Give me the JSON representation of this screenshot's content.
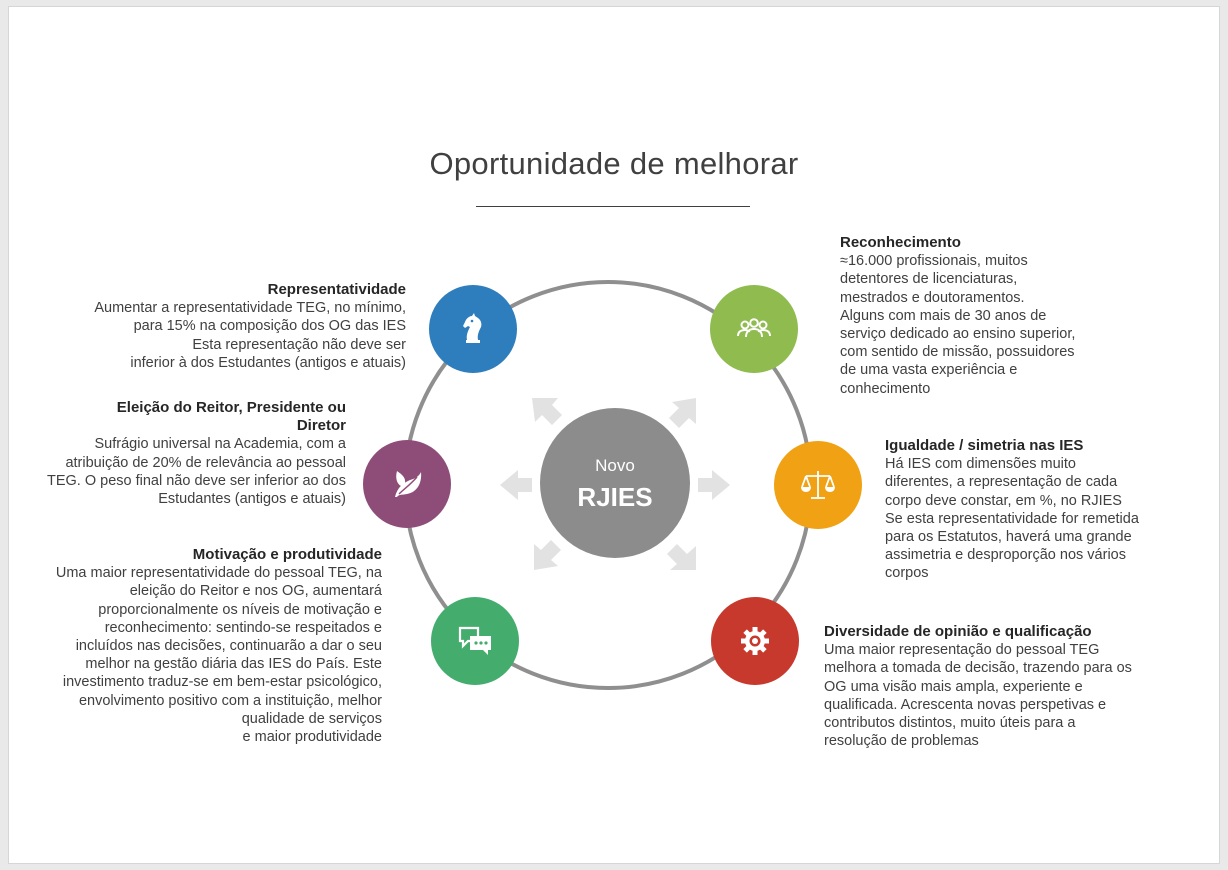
{
  "title": "Oportunidade  de melhorar",
  "center": {
    "line1": "Novo",
    "line2": "RJIES"
  },
  "colors": {
    "blue": "#2e7dbd",
    "purple": "#8e4d78",
    "green_dark": "#44ad6e",
    "green_light": "#8fbb4f",
    "orange": "#f0a114",
    "red": "#c6392c",
    "ring": "#8f8f8f",
    "center": "#8c8c8c",
    "arrows": "#e2e2e2"
  },
  "nodes": [
    {
      "id": "representatividade",
      "icon": "chess-knight-icon",
      "color": "#2e7dbd"
    },
    {
      "id": "eleicao",
      "icon": "leaves-icon",
      "color": "#8e4d78"
    },
    {
      "id": "motivacao",
      "icon": "chat-bubbles-icon",
      "color": "#44ad6e"
    },
    {
      "id": "reconhecimento",
      "icon": "people-group-icon",
      "color": "#8fbb4f"
    },
    {
      "id": "igualdade",
      "icon": "balance-scale-icon",
      "color": "#f0a114"
    },
    {
      "id": "diversidade",
      "icon": "gear-icon",
      "color": "#c6392c"
    }
  ],
  "blocks": {
    "representatividade": {
      "heading": "Representatividade",
      "lines": [
        "Aumentar a representatividade TEG, no mínimo,",
        "para 15% na composição dos OG das IES",
        "Esta representação não deve ser",
        "inferior à dos Estudantes  (antigos e atuais)"
      ]
    },
    "eleicao": {
      "heading_lines": [
        "Eleição do Reitor, Presidente ou",
        "Diretor"
      ],
      "lines": [
        "Sufrágio universal na Academia, com a",
        "atribuição de 20% de relevância ao pessoal",
        "TEG. O peso final não deve ser inferior ao dos",
        "Estudantes  (antigos e atuais)"
      ]
    },
    "motivacao": {
      "heading": "Motivação e produtividade",
      "lines": [
        "Uma maior representatividade do pessoal TEG, na",
        "eleição do Reitor e nos OG, aumentará",
        "proporcionalmente os níveis de motivação e",
        "reconhecimento:  sentindo-se respeitados e",
        "incluídos nas decisões, continuarão a dar o seu",
        "melhor na gestão diária das IES do País. Este",
        "investimento traduz-se em bem-estar psicológico,",
        "envolvimento positivo com a instituição, melhor",
        "qualidade de serviços",
        "e maior produtividade"
      ]
    },
    "reconhecimento": {
      "heading": "Reconhecimento",
      "lines": [
        "≈16.000  profissionais, muitos",
        "detentores de licenciaturas,",
        "mestrados e doutoramentos.",
        "Alguns com mais de 30 anos de",
        "serviço dedicado ao ensino superior,",
        "com sentido de missão, possuidores",
        "de uma vasta experiência e",
        "conhecimento"
      ]
    },
    "igualdade": {
      "heading": "Igualdade / simetria nas IES",
      "lines": [
        "Há IES com dimensões muito",
        "diferentes, a representação de cada",
        "corpo deve constar, em %, no RJIES",
        "Se esta representatividade for remetida",
        "para os Estatutos, haverá uma grande",
        "assimetria e desproporção nos vários",
        "corpos"
      ]
    },
    "diversidade": {
      "heading": "Diversidade de opinião e qualificação",
      "lines": [
        "Uma maior representação do pessoal TEG",
        "melhora a tomada de decisão, trazendo para os",
        "OG uma visão mais ampla, experiente e",
        "qualificada.  Acrescenta novas perspetivas e",
        "contributos distintos, muito úteis para a",
        "resolução de problemas"
      ]
    }
  }
}
